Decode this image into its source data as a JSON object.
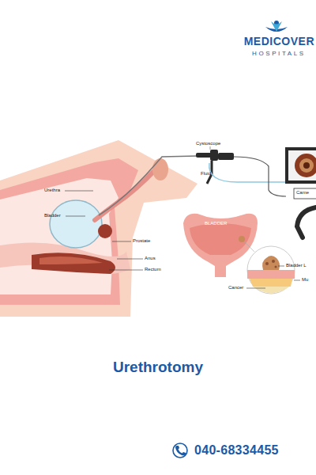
{
  "diagram": {
    "title": "Urethrotomy",
    "labels": [
      "MEDICOVER",
      "HOSPITALS",
      "Cystoscope",
      "Fluid",
      "Came",
      "Urethra",
      "Bladder",
      "Prostate",
      "Anus",
      "Rectum",
      "BLADDER",
      "Cancer",
      "Bladder L",
      "Mu",
      "040-68334455"
    ]
  }
}
